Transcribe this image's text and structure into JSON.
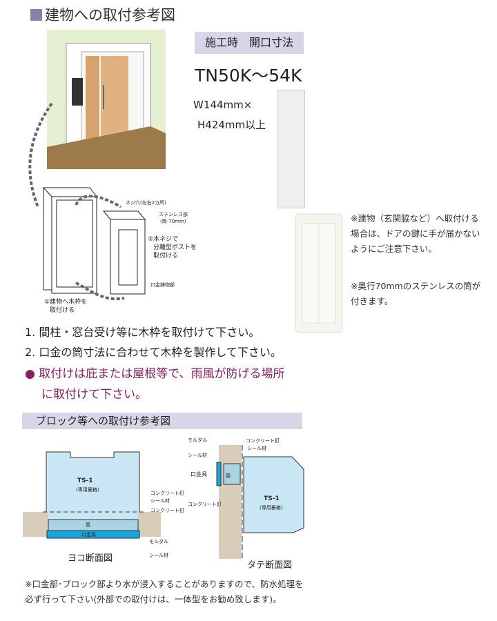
{
  "title": "建物への取付参考図",
  "spec": {
    "label": "施工時　開口寸法",
    "model": "TN50K〜54K",
    "width": "W144mm×",
    "height": "H424mm以上"
  },
  "diagram1": {
    "screw_hole": "ネジ穴(左右2カ所)",
    "stainless": "ステンレス部",
    "stainless_sub": "(筒-70mm)",
    "step2_line1": "②木ネジで",
    "step2_line2": "分離型ポストを",
    "step2_line3": "取付ける",
    "casting": "口金鋳物部",
    "step1_line1": "①建物へ木枠を",
    "step1_line2": "取付ける"
  },
  "notes": [
    "※建物（玄関脇など）へ取付ける場合は、ドアの鍵に手が届かないようにご注意下さい。",
    "※奥行70mmのステンレスの筒が付きます。"
  ],
  "steps": [
    "1. 間柱・窓台受け等に木枠を取付けて下さい。",
    "2. 口金の筒寸法に合わせて木枠を製作して下さい。"
  ],
  "warning_line1": "● 取付けは庇または屋根等で、雨風が防げる場所",
  "warning_line2": "に取付けて下さい。",
  "section2": "ブロック等への取付け参考図",
  "horizontal": {
    "box": "TS-1",
    "box_sub": "(専用裏箱)",
    "nail1": "コンクリート釘",
    "seal1": "シール材",
    "nail2": "コンクリート釘",
    "tube": "筒",
    "mouth": "口金具",
    "mortar": "モルタル",
    "seal2": "シール材",
    "caption": "ヨコ断面図"
  },
  "vertical": {
    "mortar": "モルタル",
    "seal": "シール材",
    "mouth": "口金具",
    "nail_bottom": "コンクリート釘",
    "nail_top": "コンクリート釘",
    "seal_top": "シール材",
    "tube": "筒",
    "box": "TS-1",
    "box_sub": "(専用裏箱)",
    "caption": "タテ断面図"
  },
  "footnote_line1": "※口金部･ブロック部より水が浸入することがありますので、防水処理を",
  "footnote_line2": "必ず行って下さい(外部での取付けは、一体型をお勧め致します)。"
}
